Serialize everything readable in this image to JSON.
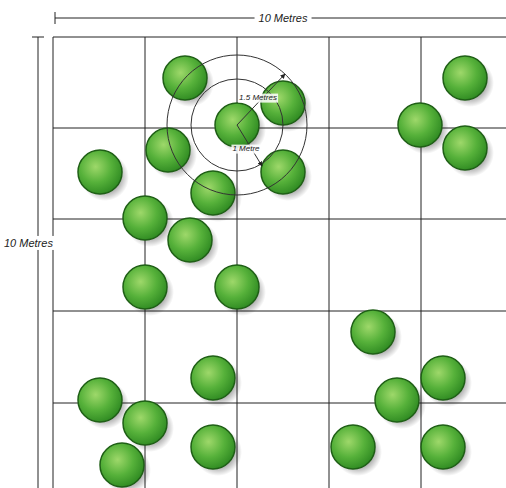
{
  "diagram": {
    "labels": [
      "10 Metres",
      "10 Metres",
      "1.5 Metres",
      "1 Metre"
    ]
  }
}
